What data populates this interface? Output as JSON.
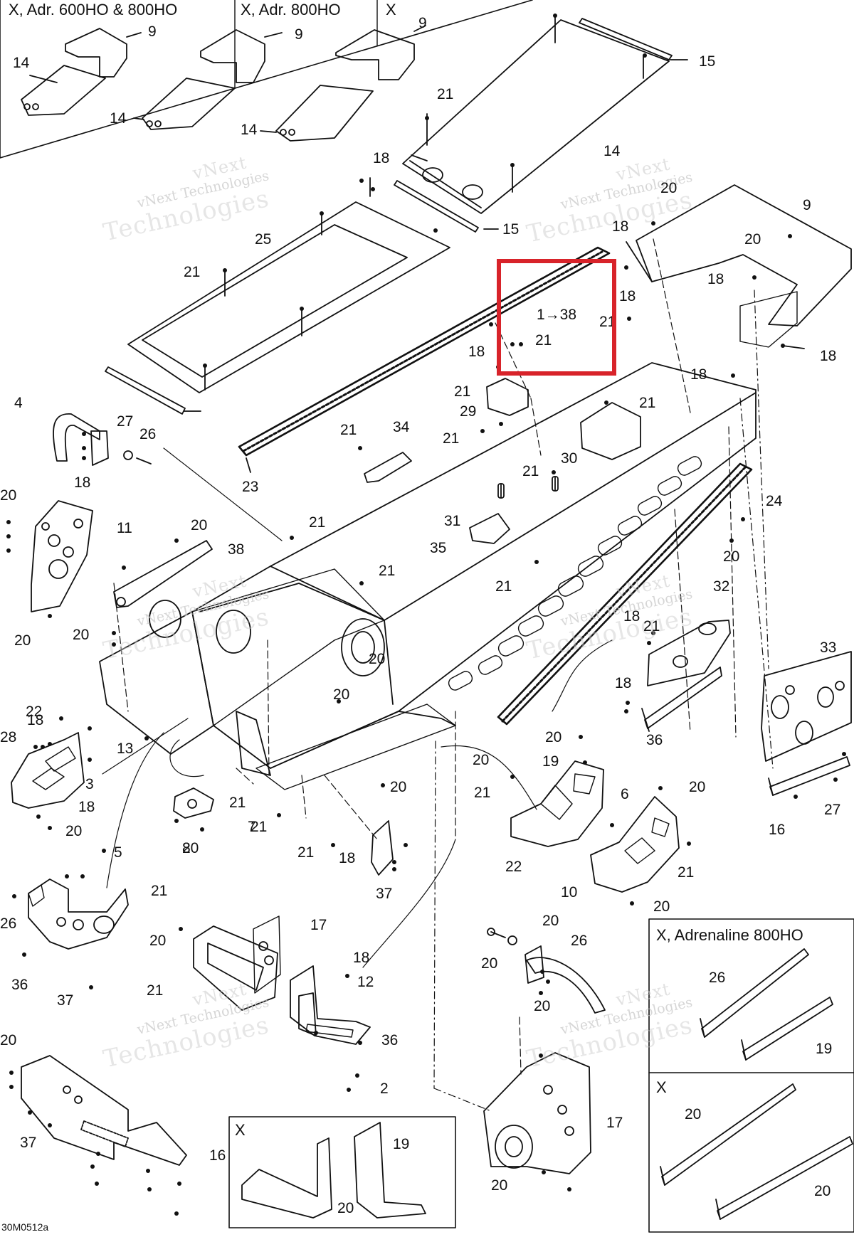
{
  "diagram": {
    "drawing_code": "30M0512a",
    "callout_range": "1→38",
    "highlight_color": "#d8232a",
    "watermark": {
      "line1": "vNext",
      "line2": "vNext Technologies",
      "line3": "Technologies"
    },
    "inset_titles": {
      "top_a": "X, Adr. 600HO & 800HO",
      "top_b": "X, Adr. 800HO",
      "top_c": "X",
      "bottom_mid": "X",
      "right_upper": "X, Adrenaline 800HO",
      "right_lower": "X"
    },
    "callouts": [
      "9",
      "14",
      "14",
      "9",
      "14",
      "9",
      "15",
      "21",
      "14",
      "15",
      "18",
      "25",
      "21",
      "18",
      "20",
      "9",
      "18",
      "18",
      "20",
      "18",
      "1→38",
      "21",
      "21",
      "18",
      "18",
      "21",
      "29",
      "21",
      "4",
      "27",
      "26",
      "34",
      "21",
      "21",
      "30",
      "18",
      "23",
      "24",
      "21",
      "20",
      "11",
      "31",
      "35",
      "21",
      "20",
      "38",
      "21",
      "21",
      "20",
      "32",
      "21",
      "20",
      "33",
      "18",
      "20",
      "20",
      "18",
      "22",
      "18",
      "20",
      "36",
      "28",
      "3",
      "18",
      "13",
      "20",
      "21",
      "20",
      "7",
      "21",
      "20",
      "20",
      "19",
      "21",
      "20",
      "6",
      "20",
      "8",
      "21",
      "18",
      "37",
      "22",
      "10",
      "21",
      "20",
      "27",
      "16",
      "5",
      "21",
      "26",
      "20",
      "20",
      "17",
      "26",
      "18",
      "20",
      "36",
      "37",
      "21",
      "20",
      "26",
      "19",
      "12",
      "36",
      "2",
      "20",
      "17",
      "20",
      "16",
      "37",
      "19",
      "20",
      "20",
      "20"
    ]
  }
}
